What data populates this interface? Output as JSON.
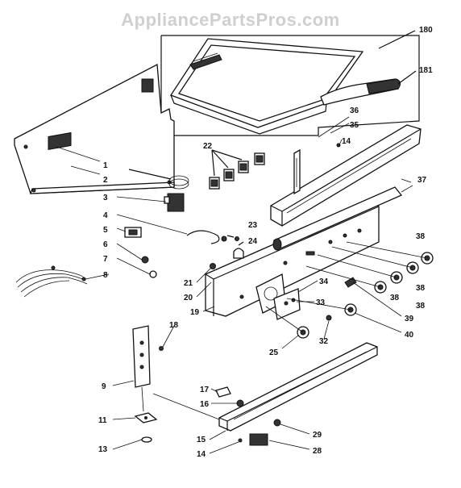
{
  "watermark": "AppliancePartsPros.com",
  "callouts": {
    "c1": "1",
    "c2": "2",
    "c3": "3",
    "c4": "4",
    "c5": "5",
    "c6": "6",
    "c7": "7",
    "c8": "8",
    "c9": "9",
    "c11": "11",
    "c13": "13",
    "c14a": "14",
    "c14b": "14",
    "c15": "15",
    "c16": "16",
    "c17": "17",
    "c18": "18",
    "c19": "19",
    "c20": "20",
    "c21": "21",
    "c22": "22",
    "c23": "23",
    "c24": "24",
    "c25": "25",
    "c28": "28",
    "c29": "29",
    "c32": "32",
    "c33": "33",
    "c34": "34",
    "c35": "35",
    "c36": "36",
    "c37": "37",
    "c38a": "38",
    "c38b": "38",
    "c38c": "38",
    "c38d": "38",
    "c39": "39",
    "c40": "40",
    "c180": "180",
    "c181": "181"
  }
}
